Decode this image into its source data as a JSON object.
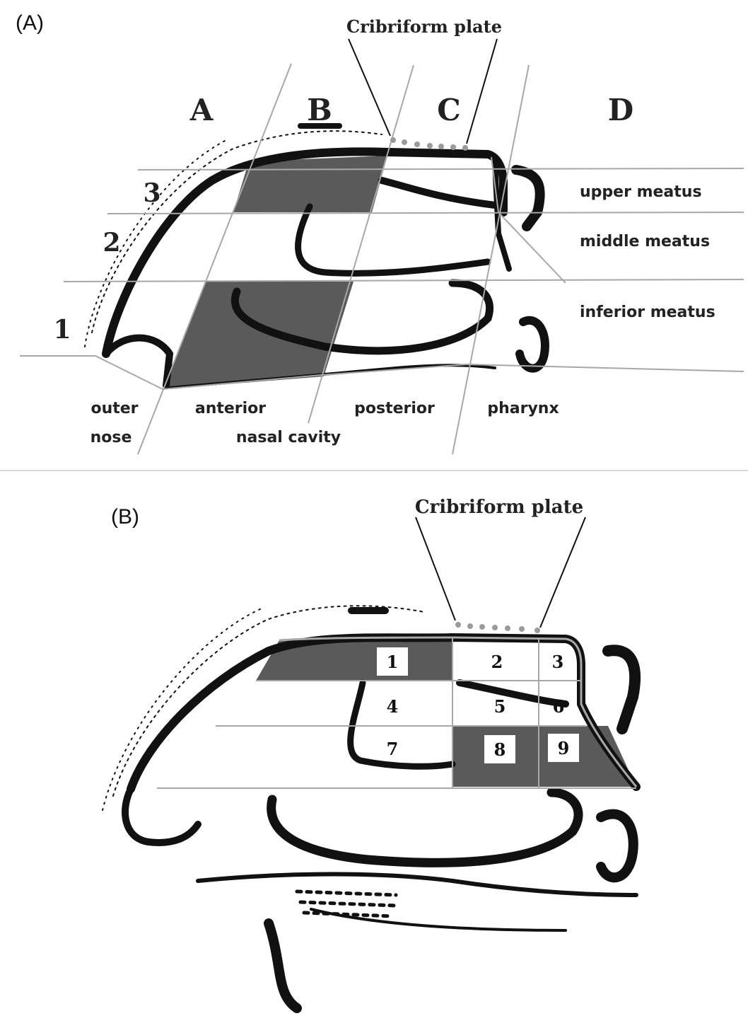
{
  "panel_a": {
    "label": "(A)",
    "cribriform_label": "Cribriform plate",
    "columns": [
      "A",
      "B",
      "C",
      "D"
    ],
    "rows": [
      "3",
      "2",
      "1"
    ],
    "meatus": [
      "upper meatus",
      "middle meatus",
      "inferior meatus"
    ],
    "bottom_labels": {
      "outer": "outer",
      "nose": "nose",
      "anterior": "anterior",
      "nasal_cavity": "nasal cavity",
      "posterior": "posterior",
      "pharynx": "pharynx"
    }
  },
  "panel_b": {
    "label": "(B)",
    "cribriform_label": "Cribriform plate",
    "cells": [
      "1",
      "2",
      "3",
      "4",
      "5",
      "6",
      "7",
      "8",
      "9"
    ],
    "shaded_cells": [
      "1",
      "8",
      "9"
    ]
  },
  "colors": {
    "shade": "#5a5a5a",
    "tissue": "#111111",
    "grid": "#a8a8a8",
    "dots": "#9a9a9a"
  }
}
